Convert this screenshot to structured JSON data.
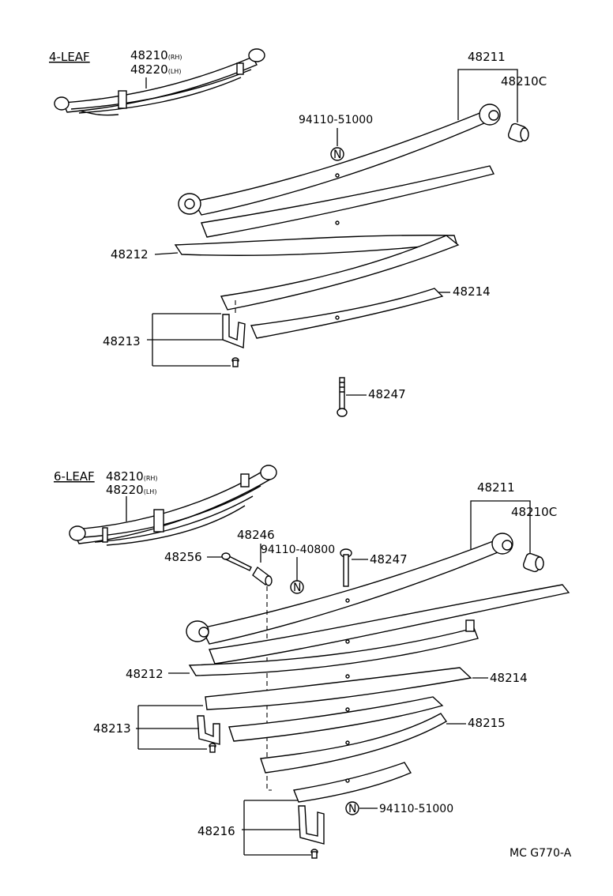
{
  "top": {
    "title": "4-LEAF",
    "assembly": {
      "rh": "48210",
      "rh_suffix": "(RH)",
      "lh": "48220",
      "lh_suffix": "(LH)"
    },
    "labels": {
      "leaf_main": "48211",
      "bushing": "48210C",
      "nut_part": "94110-51000",
      "nut_symbol": "N",
      "leaf2": "48212",
      "clip": "48213",
      "leaf4": "48214",
      "bolt": "48247"
    }
  },
  "bottom": {
    "title": "6-LEAF",
    "assembly": {
      "rh": "48210",
      "rh_suffix": "(RH)",
      "lh": "48220",
      "lh_suffix": "(LH)"
    },
    "labels": {
      "leaf_main": "48211",
      "bushing": "48210C",
      "bolt_a": "48256",
      "spacer": "48246",
      "nut_part_a": "94110-40800",
      "nut_symbol": "N",
      "bolt_b": "48247",
      "leaf2": "48212",
      "leaf4": "48214",
      "clip": "48213",
      "leaf5": "48215",
      "clip2": "48216",
      "nut_part_b": "94110-51000"
    }
  },
  "footer": {
    "code": "MC G770-A"
  }
}
